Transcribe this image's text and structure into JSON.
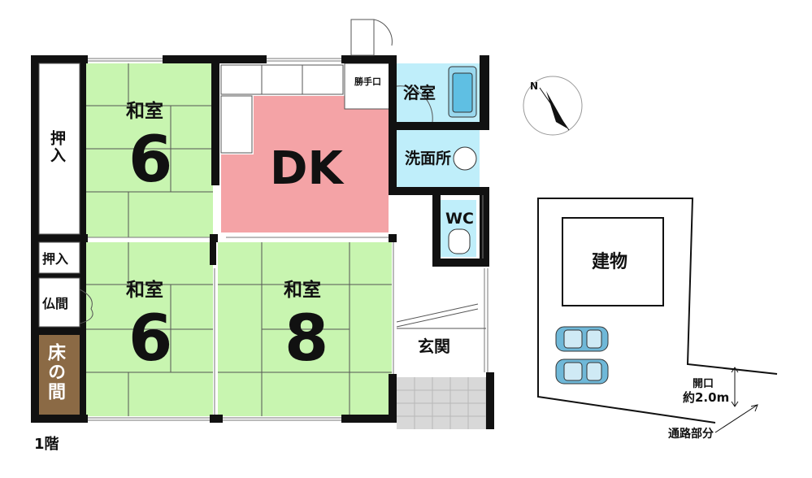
{
  "floor_label": "1階",
  "rooms": {
    "washitsu_a": {
      "name": "和室",
      "size": "6"
    },
    "washitsu_b": {
      "name": "和室",
      "size": "6"
    },
    "washitsu_c": {
      "name": "和室",
      "size": "8"
    },
    "dk": "DK",
    "bath": "浴室",
    "washroom": "洗面所",
    "wc": "WC",
    "entrance": "玄関",
    "back_door": "勝手口",
    "closet_top": "押入",
    "closet_small": "押入",
    "butsuma": "仏間",
    "tokonoma": "床の間"
  },
  "site": {
    "building": "建物",
    "opening_label": "開口",
    "opening_width": "約2.0m",
    "passage": "通路部分"
  },
  "compass": {
    "north": "N",
    "icon": "compass-north-icon"
  },
  "colors": {
    "tatami": "#c8f5b0",
    "dk": "#f4a3a6",
    "wet": "#bfeefa",
    "tokonoma": "#8b6a45",
    "wall": "#111111",
    "car": "#6fb8d8"
  }
}
